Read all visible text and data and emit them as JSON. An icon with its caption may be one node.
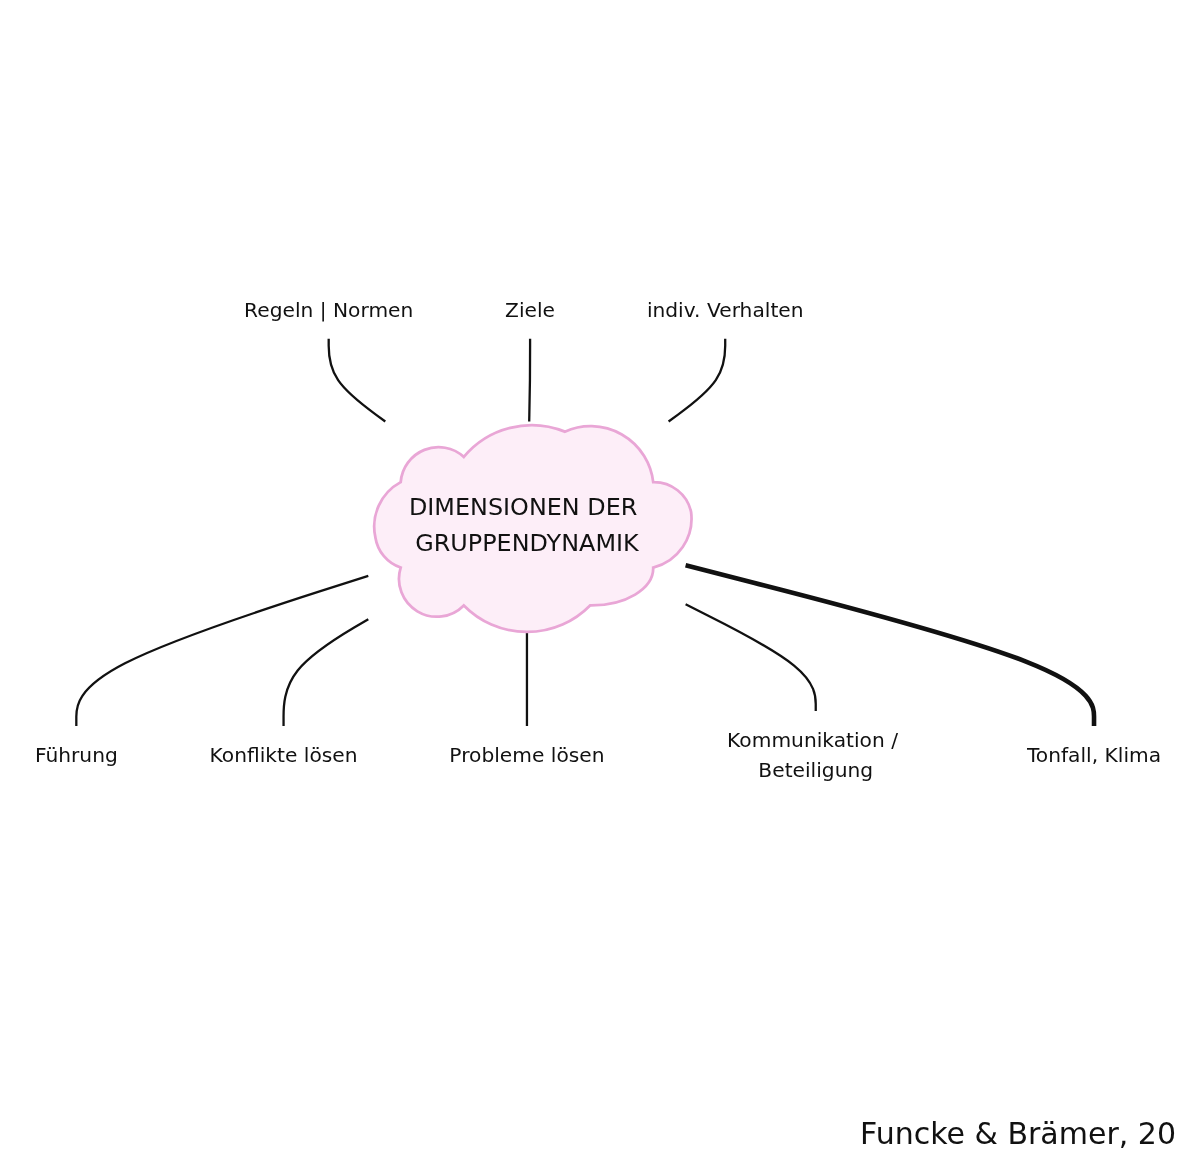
{
  "diagram": {
    "nodes": [
      {
        "text": [
          "DIMENSIONEN DER GRUPPENDYNAMIK"
        ]
      },
      {
        "text": [
          "Regeln | Normen"
        ]
      },
      {
        "text": [
          "Ziele"
        ]
      },
      {
        "text": [
          "indiv. Verhalten"
        ]
      },
      {
        "text": [
          "Führung"
        ]
      },
      {
        "text": [
          "Konflikte lösen"
        ]
      },
      {
        "text": [
          "Probleme lösen"
        ]
      },
      {
        "text": [
          "Kommunikation / Beteiligung"
        ]
      },
      {
        "text": [
          "Tonfall, Klima"
        ]
      }
    ],
    "edges": [
      {
        "from": 1,
        "to": 0,
        "arrow": "none"
      },
      {
        "from": 2,
        "to": 0,
        "arrow": "none"
      },
      {
        "from": 3,
        "to": 0,
        "arrow": "none"
      },
      {
        "from": 0,
        "to": 4,
        "arrow": "none"
      },
      {
        "from": 0,
        "to": 5,
        "arrow": "none"
      },
      {
        "from": 0,
        "to": 6,
        "arrow": "none"
      },
      {
        "from": 0,
        "to": 7,
        "arrow": "none"
      },
      {
        "from": 0,
        "to": 8,
        "arrow": "none",
        "style": "thick"
      }
    ],
    "labels": [
      "Funcke & Brämer, 20"
    ]
  }
}
